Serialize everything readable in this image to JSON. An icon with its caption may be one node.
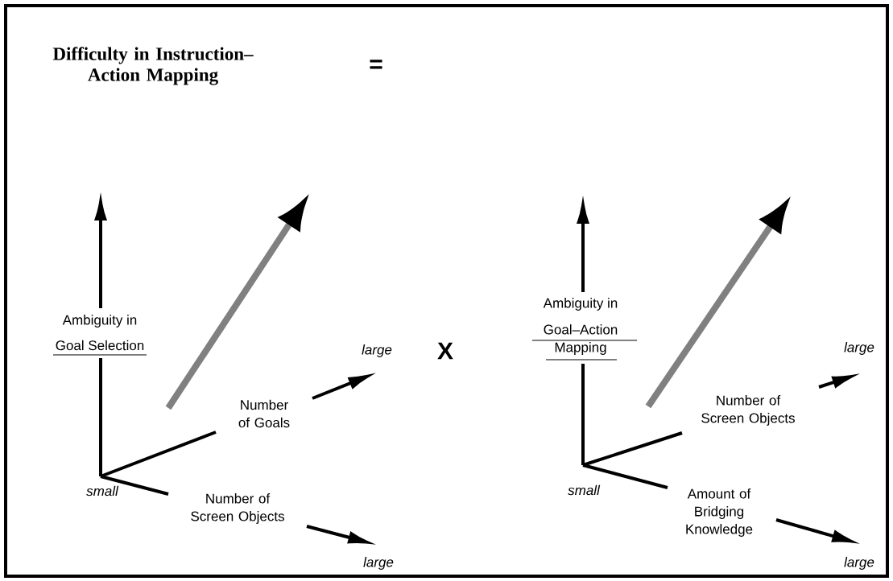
{
  "diagram": {
    "title": "Difficulty in Instruction–Action Mapping",
    "labels": [
      "=",
      "X",
      "Ambiguity in",
      "Goal Selection",
      "Number of Goals",
      "large",
      "small",
      "Number of Screen Objects",
      "large",
      "Ambiguity in",
      "Goal–Action Mapping",
      "Number of Screen Objects",
      "large",
      "small",
      "Amount of Bridging Knowledge",
      "large"
    ]
  }
}
